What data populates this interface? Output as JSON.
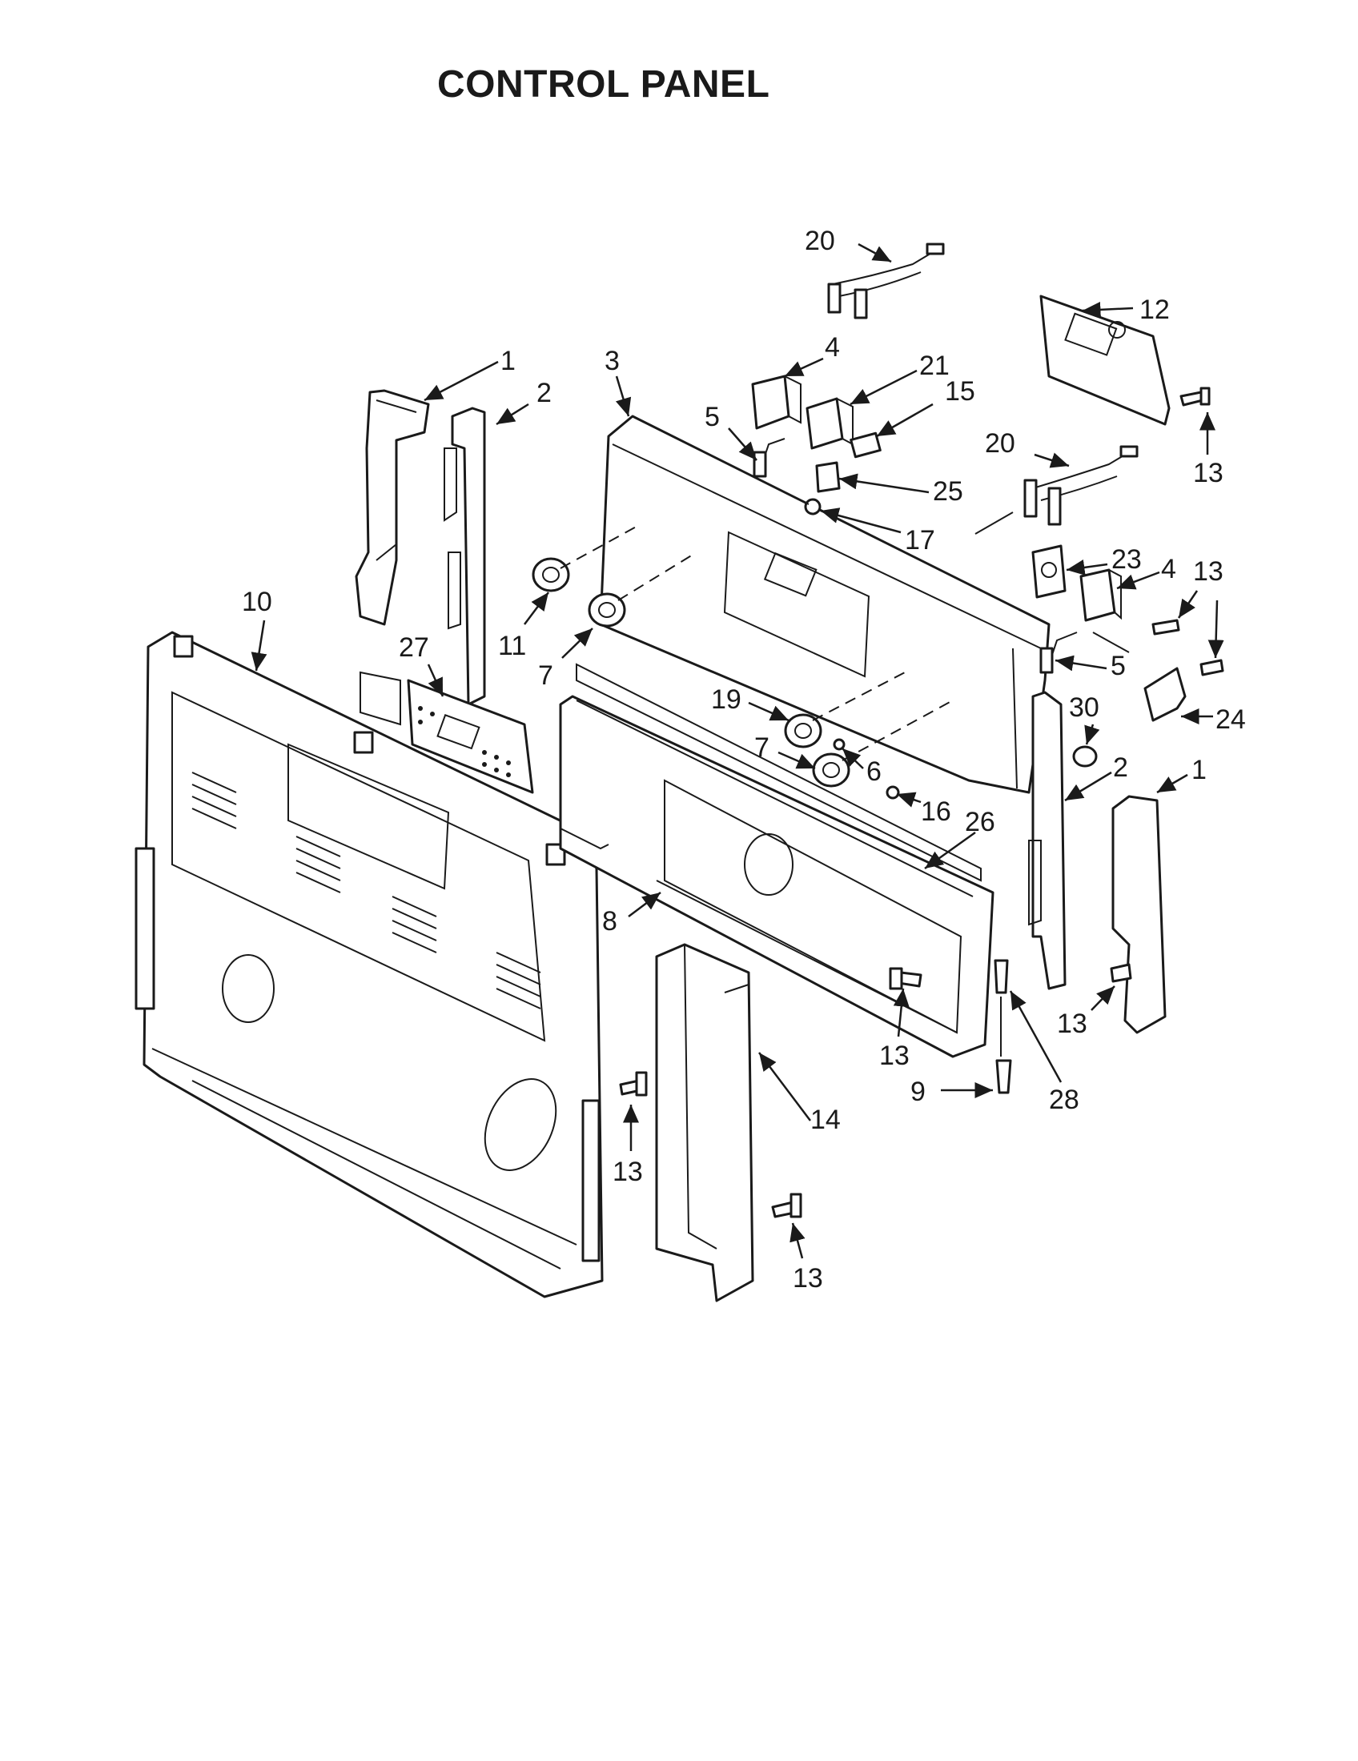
{
  "title": "CONTROL PANEL",
  "callouts": {
    "c1a": "1",
    "c2a": "2",
    "c3": "3",
    "c4a": "4",
    "c5a": "5",
    "c21": "21",
    "c15": "15",
    "c20a": "20",
    "c12": "12",
    "c13a": "13",
    "c20b": "20",
    "c25": "25",
    "c17": "17",
    "c23": "23",
    "c4b": "4",
    "c13b": "13",
    "c5b": "5",
    "c13c": "13",
    "c24": "24",
    "c30": "30",
    "c2b": "2",
    "c1b": "1",
    "c10": "10",
    "c27": "27",
    "c11": "11",
    "c7a": "7",
    "c19": "19",
    "c7b": "7",
    "c6": "6",
    "c16": "16",
    "c26": "26",
    "c8": "8",
    "c13d": "13",
    "c13e": "13",
    "c9": "9",
    "c28": "28",
    "c14": "14",
    "c13f": "13",
    "c13g": "13"
  }
}
